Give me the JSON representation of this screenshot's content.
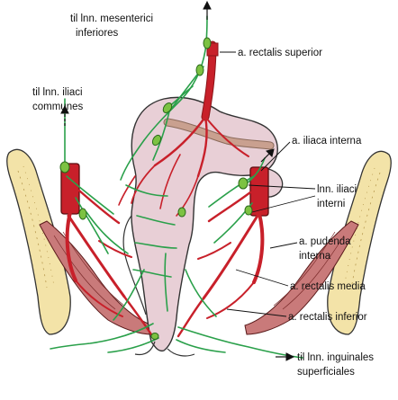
{
  "labels": {
    "mesenterici": [
      "til lnn. mesenterici",
      "inferiores"
    ],
    "rectalis_superior": "a. rectalis superior",
    "iliaci_communes": [
      "til lnn. iliaci",
      "communes"
    ],
    "iliaca_interna": "a. iliaca interna",
    "iliaci_interni": [
      "lnn. iliaci",
      "interni"
    ],
    "pudenda_interna": [
      "a. pudenda",
      "interna"
    ],
    "rectalis_media": "a. rectalis media",
    "rectalis_inferior": "a. rectalis inferior",
    "inguinales": [
      "til lnn. inguinales",
      "superficiales"
    ]
  },
  "colors": {
    "artery": "#c8202a",
    "artery_dark": "#8a1418",
    "lymph": "#2aa04a",
    "node": "#7cc242",
    "rectum": "#e8cfd6",
    "colon_band": "#c9a08f",
    "bone": "#f3e3a8",
    "muscle": "#b24a4a"
  }
}
